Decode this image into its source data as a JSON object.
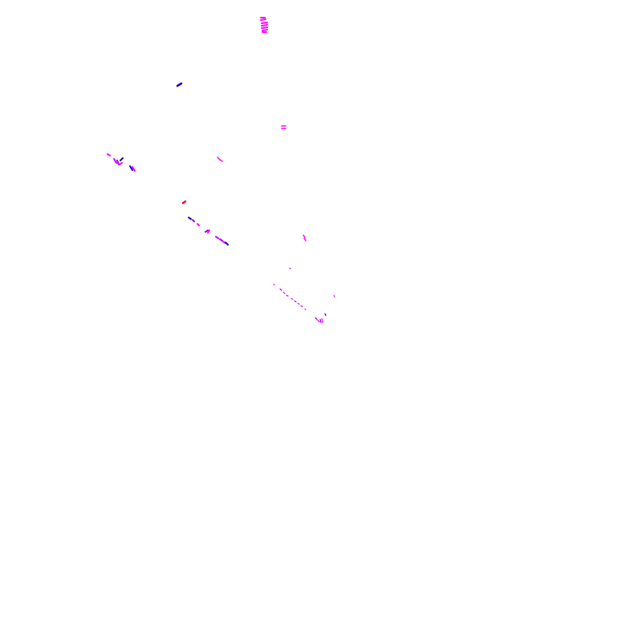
{
  "colors": {
    "background": "#ffffff",
    "magenta": "#ff00ff",
    "purple": "#a000ff",
    "blue": "#1a00c8",
    "red": "#ff0033"
  },
  "marks": [
    {
      "name": "top-magenta-cluster-stroke",
      "color_key": "magenta"
    },
    {
      "name": "blue-stroke-upper-left",
      "color_key": "blue"
    },
    {
      "name": "magenta-pair-center-top",
      "color_key": "magenta"
    },
    {
      "name": "left-cluster-strokes",
      "color_key": "purple"
    },
    {
      "name": "center-small-stroke",
      "color_key": "magenta"
    },
    {
      "name": "red-dot",
      "color_key": "red"
    },
    {
      "name": "diagonal-trail-strokes",
      "color_key": "purple"
    },
    {
      "name": "right-mid-stroke",
      "color_key": "magenta"
    },
    {
      "name": "lower-diagonal-dots",
      "color_key": "purple"
    },
    {
      "name": "bottom-right-end-marks",
      "color_key": "purple"
    }
  ]
}
